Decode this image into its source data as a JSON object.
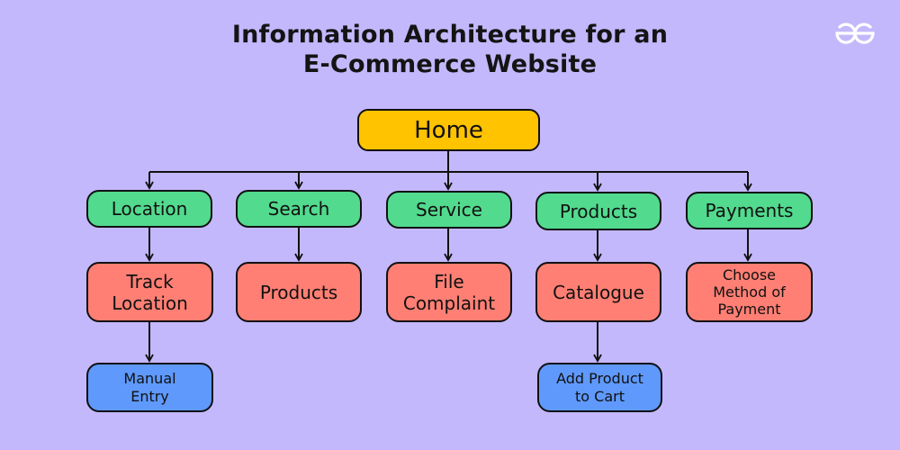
{
  "title": "Information Architecture for\nan E-Commerce Website",
  "logo": {
    "icon": "geeksforgeeks-logo-icon",
    "color": "#ffffff"
  },
  "colors": {
    "background": "#c4b8fc",
    "root": "#ffc300",
    "section": "#52da8e",
    "page": "#ff7f74",
    "action": "#5f99fb"
  },
  "nodes": {
    "home": "Home",
    "location": "Location",
    "search": "Search",
    "service": "Service",
    "products": "Products",
    "payments": "Payments",
    "track_location": "Track\nLocation",
    "search_products": "Products",
    "file_complaint": "File\nComplaint",
    "catalogue": "Catalogue",
    "choose_payment": "Choose\nMethod of\nPayment",
    "manual_entry": "Manual\nEntry",
    "add_to_cart": "Add Product\nto Cart"
  }
}
